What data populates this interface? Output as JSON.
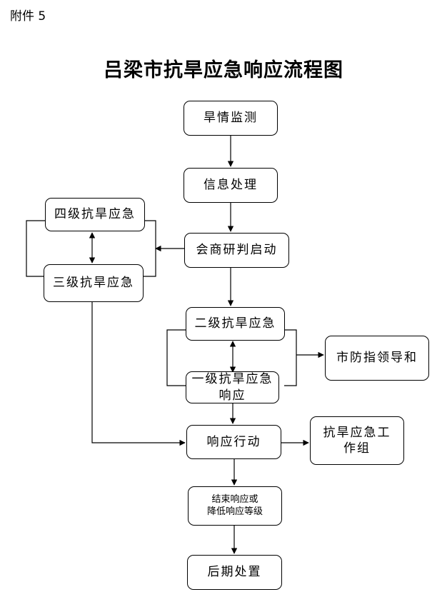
{
  "attachment_label": "附件 5",
  "title": "吕梁市抗旱应急响应流程图",
  "nodes": {
    "monitor": "旱情监测",
    "info": "信息处理",
    "consult": "会商研判启动",
    "level4": "四级抗旱应急",
    "level3": "三级抗旱应急",
    "level2": "二级抗旱应急",
    "level1_line1": "一级抗旱应急",
    "level1_line2": "响应",
    "leader": "市防指领导和",
    "action": "响应行动",
    "workgroup_line1": "抗旱应急工",
    "workgroup_line2": "作组",
    "end_line1": "结束响应或",
    "end_line2": "降低响应等级",
    "after": "后期处置"
  }
}
